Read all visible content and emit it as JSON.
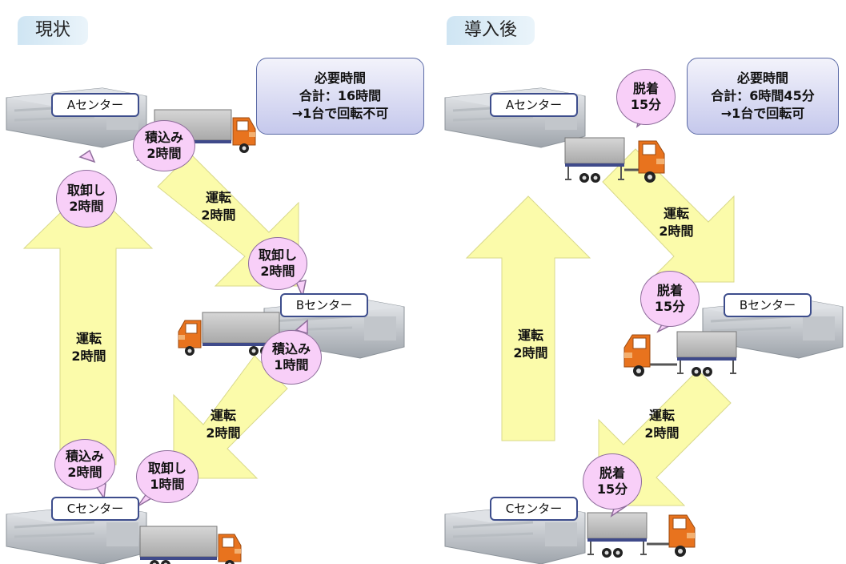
{
  "left": {
    "title": "現状",
    "summary": [
      "必要時間",
      "合計：16時間",
      "→1台で回転不可"
    ],
    "centers": [
      "Aセンター",
      "Bセンター",
      "Cセンター"
    ],
    "bubbles": {
      "a_load": [
        "積込み",
        "2時間"
      ],
      "a_unload": [
        "取卸し",
        "2時間"
      ],
      "b_unload": [
        "取卸し",
        "2時間"
      ],
      "b_load": [
        "積込み",
        "1時間"
      ],
      "c_load": [
        "積込み",
        "2時間"
      ],
      "c_unload": [
        "取卸し",
        "1時間"
      ]
    },
    "drives": {
      "ab": [
        "運転",
        "2時間"
      ],
      "bc": [
        "運転",
        "2時間"
      ],
      "ca": [
        "運転",
        "2時間"
      ]
    }
  },
  "right": {
    "title": "導入後",
    "summary": [
      "必要時間",
      "合計：6時間45分",
      "→1台で回転可"
    ],
    "centers": [
      "Aセンター",
      "Bセンター",
      "Cセンター"
    ],
    "bubbles": {
      "a": [
        "脱着",
        "15分"
      ],
      "b": [
        "脱着",
        "15分"
      ],
      "c": [
        "脱着",
        "15分"
      ]
    },
    "drives": {
      "ab": [
        "運転",
        "2時間"
      ],
      "bc": [
        "運転",
        "2時間"
      ],
      "ca": [
        "運転",
        "2時間"
      ]
    }
  },
  "colors": {
    "arrow": "#fbfbaa",
    "bubble": "#f8cff8",
    "truck": "#e8731e",
    "container": "#b5b5b5"
  }
}
